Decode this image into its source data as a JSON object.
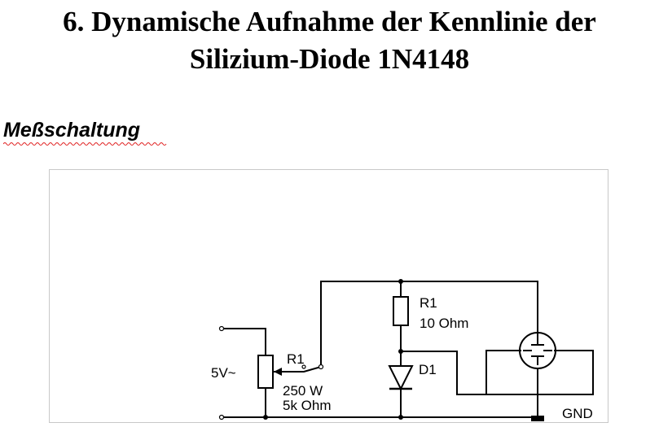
{
  "heading": {
    "line1": "6. Dynamische Aufnahme der Kennlinie der",
    "line2": "Silizium-Diode 1N4148"
  },
  "section": {
    "title": "Meßschaltung"
  },
  "circuit": {
    "source_label": "5V~",
    "pot_name": "R1",
    "pot_value1": "250 W",
    "pot_value2": "5k Ohm",
    "resistor_name": "R1",
    "resistor_value": "10 Ohm",
    "diode_name": "D1",
    "ground_label": "GND"
  }
}
